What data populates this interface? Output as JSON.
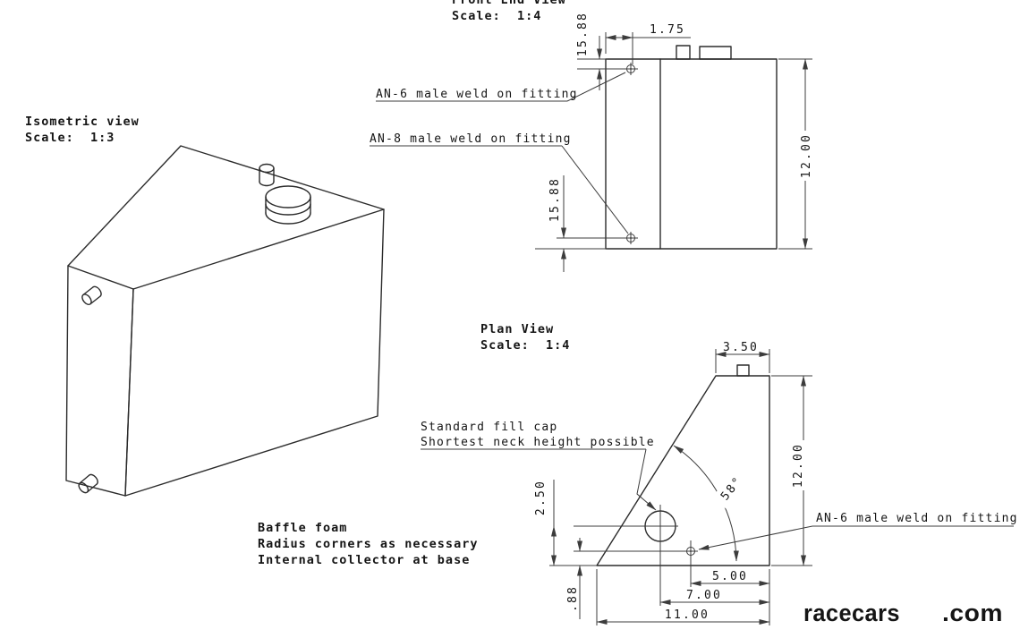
{
  "colors": {
    "line": "#2b2b2b",
    "text": "#151515",
    "logo_red": "#dd1f26",
    "background": "#ffffff"
  },
  "front_view": {
    "title": "Front End View",
    "scale": "Scale:  1:4",
    "callouts": {
      "an6": "AN-6 male weld on fitting",
      "an8": "AN-8 male weld on fitting"
    },
    "dims": {
      "fitting_top_offset": "15.88",
      "neck_position": "1.75",
      "height": "12.00",
      "fitting_bottom_offset": "15.88"
    }
  },
  "isometric_view": {
    "title": "Isometric view",
    "scale": "Scale:  1:3"
  },
  "plan_view": {
    "title": "Plan View",
    "scale": "Scale:  1:4",
    "callouts": {
      "fill_cap_line1": "Standard fill cap",
      "fill_cap_line2": "Shortest neck height possible",
      "an6": "AN-6 male weld on fitting"
    },
    "dims": {
      "neck_width": "3.50",
      "depth": "12.00",
      "fill_cap_from_base": "2.50",
      "angle": "58°",
      "fitting_from_right": "5.00",
      "cap_from_right": "7.00",
      "base_width": "11.00",
      "fitting_from_base": ".88"
    }
  },
  "notes": {
    "line1": "Baffle foam",
    "line2": "Radius corners as necessary",
    "line3": "Internal collector at base"
  },
  "watermark": {
    "name": "racecars",
    "tld": ".com"
  }
}
